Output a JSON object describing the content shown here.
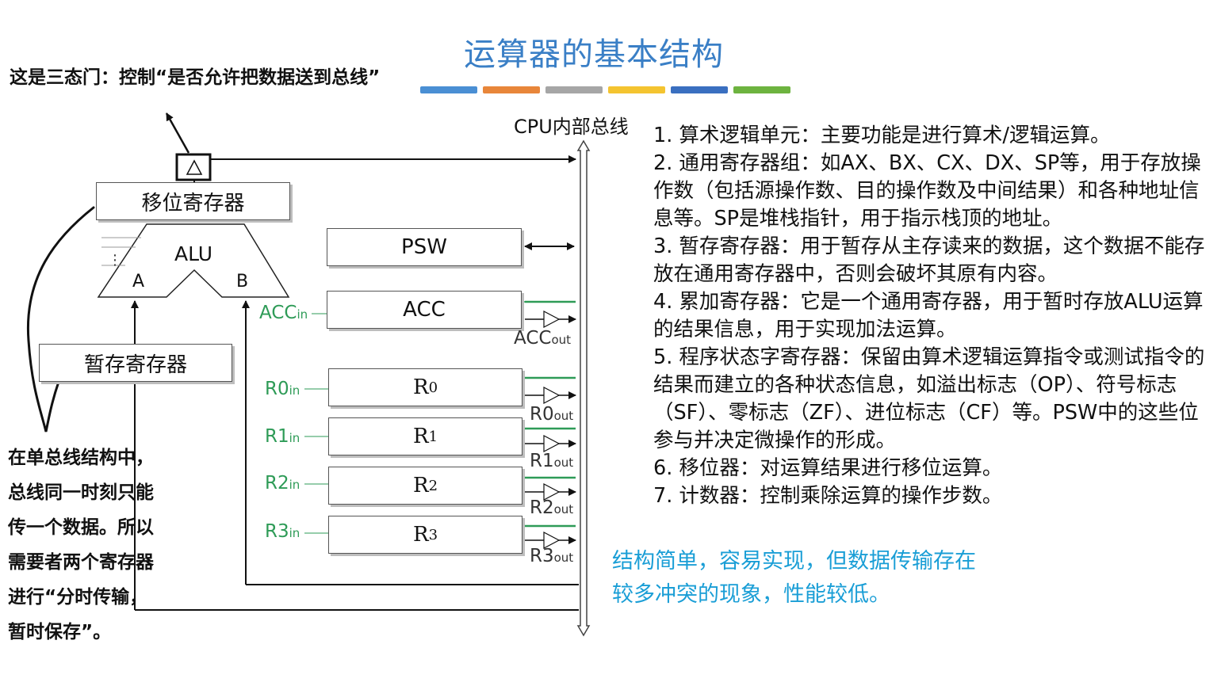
{
  "slide": {
    "title": "运算器的基本结构",
    "title_color": "#3a7fc6",
    "accent_bars": [
      "#4a8fd4",
      "#e8863a",
      "#a6a6a6",
      "#f4c430",
      "#3a6fc0",
      "#6db33f"
    ]
  },
  "notes": {
    "tristate_note": "这是三态门：控制“是否允许把数据送到总线”",
    "bus_note_lines": [
      "在单总线结构中，",
      "总线同一时刻只能",
      "传一个数据。所以",
      "需要者两个寄存器",
      "进行“分时传输，",
      "暂时保存”。"
    ]
  },
  "diagram": {
    "bus_label": "CPU内部总线",
    "shifter": "移位寄存器",
    "alu": {
      "name": "ALU",
      "input_a": "A",
      "input_b": "B"
    },
    "temp_reg": "暂存寄存器",
    "psw": "PSW",
    "acc": {
      "name": "ACC",
      "in_main": "ACC",
      "in_sub": "in",
      "out_main": "ACC",
      "out_sub": "out"
    },
    "registers": [
      {
        "name": "R",
        "sub": "0",
        "in_main": "R0",
        "in_sub": "in",
        "out_main": "R0",
        "out_sub": "out"
      },
      {
        "name": "R",
        "sub": "1",
        "in_main": "R1",
        "in_sub": "in",
        "out_main": "R1",
        "out_sub": "out"
      },
      {
        "name": "R",
        "sub": "2",
        "in_main": "R2",
        "in_sub": "in",
        "out_main": "R2",
        "out_sub": "out"
      },
      {
        "name": "R",
        "sub": "3",
        "in_main": "R3",
        "in_sub": "in",
        "out_main": "R3",
        "out_sub": "out"
      }
    ],
    "control_in_color": "#2e9b57"
  },
  "explanations": [
    "1. 算术逻辑单元：主要功能是进行算术/逻辑运算。",
    "2. 通用寄存器组：如AX、BX、CX、DX、SP等，用于存放操作数（包括源操作数、目的操作数及中间结果）和各种地址信息等。SP是堆栈指针，用于指示栈顶的地址。",
    "3. 暂存寄存器：用于暂存从主存读来的数据，这个数据不能存放在通用寄存器中，否则会破坏其原有内容。",
    "4. 累加寄存器：它是一个通用寄存器，用于暂时存放ALU运算的结果信息，用于实现加法运算。",
    "5. 程序状态字寄存器：保留由算术逻辑运算指令或测试指令的结果而建立的各种状态信息，如溢出标志（OP）、符号标志（SF）、零标志（ZF）、进位标志（CF）等。PSW中的这些位参与并决定微操作的形成。",
    "6. 移位器：对运算结果进行移位运算。",
    "7. 计数器：控制乘除运算的操作步数。"
  ],
  "summary": {
    "lines": [
      "结构简单，容易实现，但数据传输存在",
      "较多冲突的现象，性能较低。"
    ],
    "color": "#1a9ed6"
  }
}
